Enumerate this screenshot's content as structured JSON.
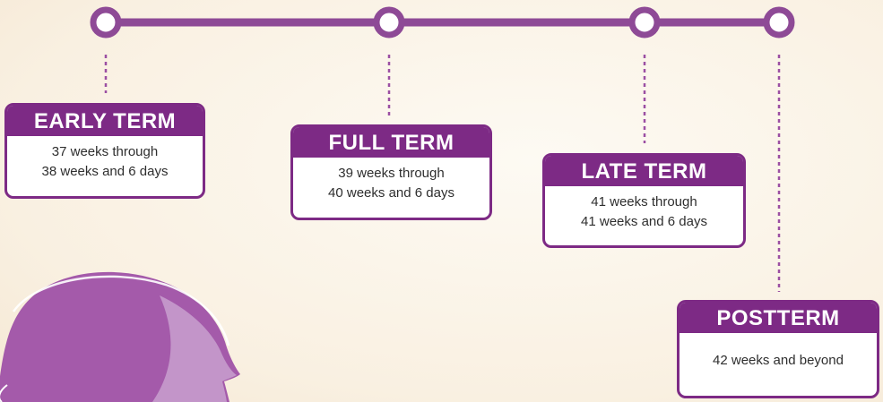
{
  "colors": {
    "accent": "#7d2a85",
    "timeline": "#8e4a96",
    "connector": "#9b4fa3",
    "node_fill": "#ffffff",
    "head_fill": "#a45aaa",
    "head_light": "#c9a0cf"
  },
  "timeline": {
    "stages": [
      {
        "title": "EARLY TERM",
        "lines": [
          "37 weeks through",
          "38 weeks and 6 days"
        ]
      },
      {
        "title": "FULL TERM",
        "lines": [
          "39 weeks through",
          "40 weeks and 6 days"
        ]
      },
      {
        "title": "LATE TERM",
        "lines": [
          "41 weeks through",
          "41 weeks and 6 days"
        ]
      },
      {
        "title": "POSTTERM",
        "lines": [
          "42 weeks and beyond"
        ]
      }
    ]
  },
  "illustration": {
    "icon": "person-head-profile-icon"
  }
}
